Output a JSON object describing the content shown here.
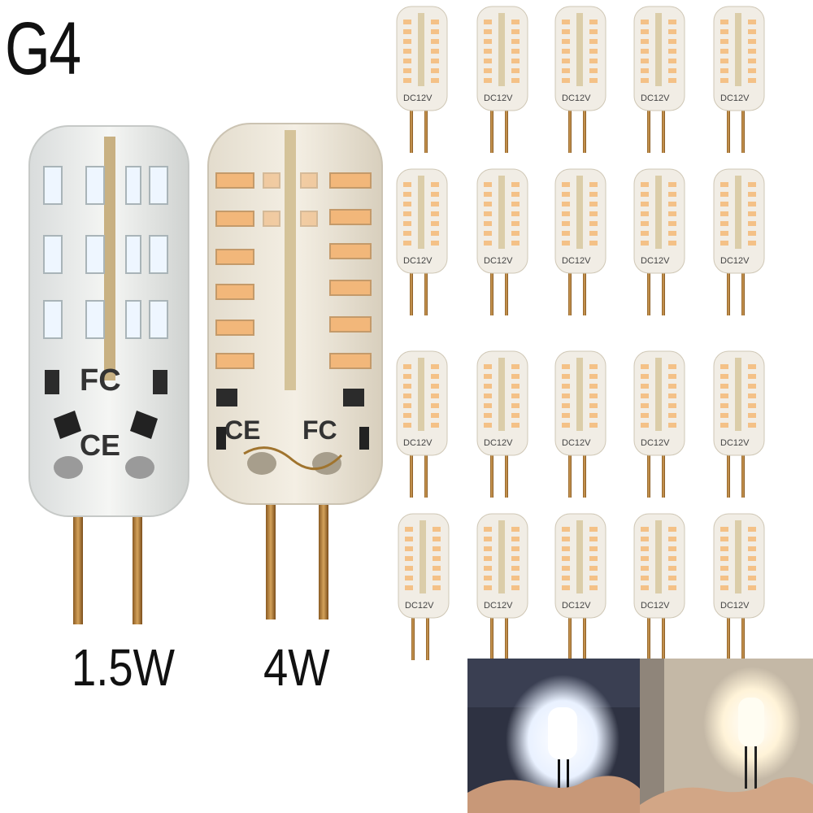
{
  "title": "G4",
  "bulbs": [
    {
      "wattage": "1.5W",
      "color": "cool white",
      "led_hex": "#eef6ff"
    },
    {
      "wattage": "4W",
      "color": "warm white",
      "led_hex": "#f2b77a"
    }
  ],
  "thumb_label": "DC12V",
  "photos": [
    {
      "name": "cool white lit",
      "bg": "#303446"
    },
    {
      "name": "warm white lit",
      "bg": "#c2b6a6"
    }
  ]
}
